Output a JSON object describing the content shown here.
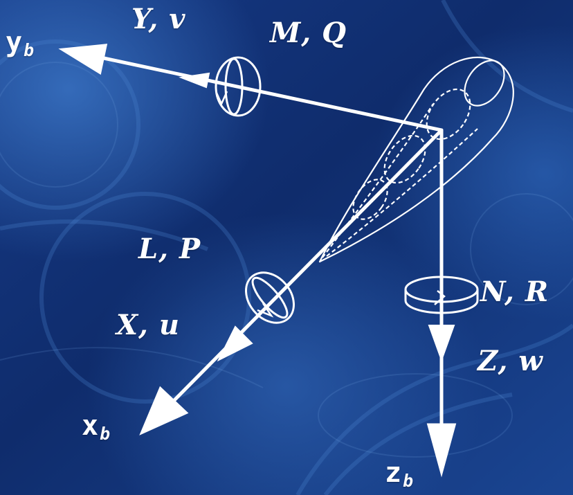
{
  "colors": {
    "background_dark": "#0c2462",
    "background_mid": "#1c4a9a",
    "background_light": "#3f7fc9",
    "ink": "#ffffff"
  },
  "axes": {
    "y_body": {
      "base": "y",
      "subscript": "b"
    },
    "x_body": {
      "base": "x",
      "subscript": "b"
    },
    "z_body": {
      "base": "z",
      "subscript": "b"
    }
  },
  "force_labels": {
    "side": "Y, v",
    "axial": "X, u",
    "normal": "Z, w"
  },
  "moment_labels": {
    "pitch": "M, Q",
    "roll": "L, P",
    "yaw": "N, R"
  },
  "icons": {
    "pitch_rotation": "rotation-ring-icon",
    "roll_rotation": "rotation-ring-icon",
    "yaw_rotation": "rotation-ring-icon",
    "body": "missile-body-icon"
  }
}
